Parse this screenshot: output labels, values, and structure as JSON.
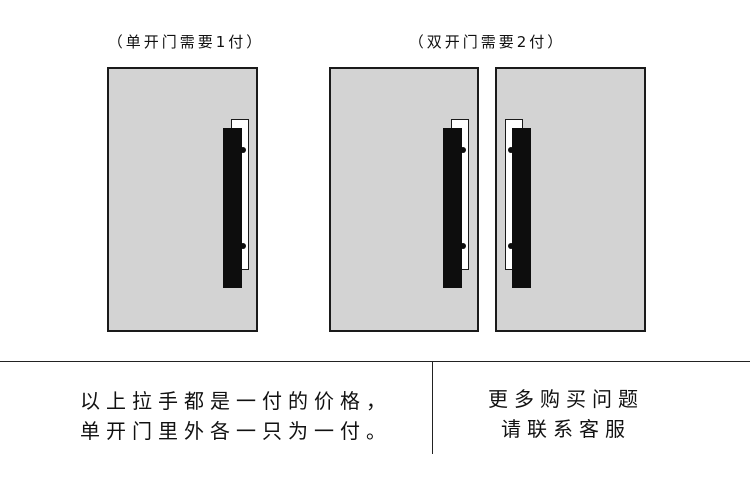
{
  "captions": {
    "single": "（单开门需要1付）",
    "double": "（双开门需要2付）"
  },
  "notes": {
    "left_line1": "以上拉手都是一付的价格，",
    "left_line2": "单开门里外各一只为一付。",
    "right_line1": "更多购买问题",
    "right_line2": "请联系客服"
  },
  "colors": {
    "door_fill": "#d3d3d3",
    "outline": "#1a1a1a",
    "handle_bar": "#0d0d0d",
    "mount_plate": "#ffffff"
  }
}
